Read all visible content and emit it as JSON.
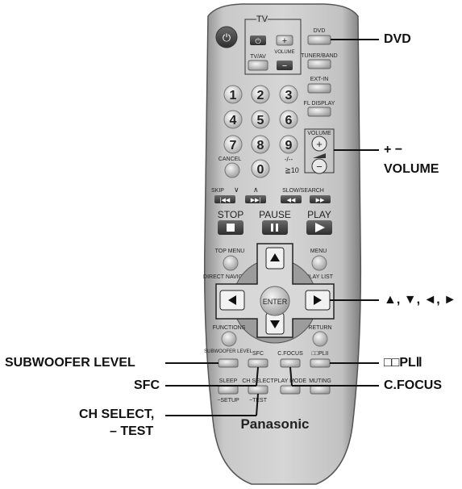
{
  "remote": {
    "tv_group": "TV",
    "power_icon": "power-icon",
    "tv_power_icon": "power-icon",
    "volume_plus": "+",
    "volume_minus": "−",
    "tv_av": "TV/AV",
    "volume_small": "VOLUME",
    "dvd": "DVD",
    "tuner_band": "TUNER/BAND",
    "ext_in": "EXT-IN",
    "fl_display": "FL DISPLAY",
    "volume_main": "VOLUME",
    "cancel": "CANCEL",
    "dash": "-/--",
    "ge10": "≧10",
    "keys": [
      "1",
      "2",
      "3",
      "4",
      "5",
      "6",
      "7",
      "8",
      "9",
      "0"
    ],
    "skip": "SKIP",
    "slow_search": "SLOW/SEARCH",
    "stop": "STOP",
    "pause": "PAUSE",
    "play": "PLAY",
    "top_menu": "TOP MENU",
    "menu": "MENU",
    "direct_navigator": "DIRECT NAVIGATOR",
    "play_list": "PLAY LIST",
    "enter": "ENTER",
    "functions": "FUNCTIONS",
    "return": "RETURN",
    "subwoofer_level": "SUBWOOFER LEVEL",
    "sfc": "SFC",
    "c_focus": "C.FOCUS",
    "dpl2": "□□PLII",
    "sleep": "SLEEP",
    "setup": "−SETUP",
    "ch_select": "CH SELECT",
    "test": "−TEST",
    "play_mode": "PLAY MODE",
    "muting": "MUTING",
    "brand": "Panasonic"
  },
  "callouts": {
    "dvd": "DVD",
    "plus_minus": "+ −",
    "volume": "VOLUME",
    "arrows": "▲, ▼, ◄, ►",
    "subwoofer_level": "SUBWOOFER LEVEL",
    "dpl2": "□□PLⅡ",
    "sfc": "SFC",
    "c_focus": "C.FOCUS",
    "ch_select": "CH SELECT,",
    "test": "– TEST"
  }
}
